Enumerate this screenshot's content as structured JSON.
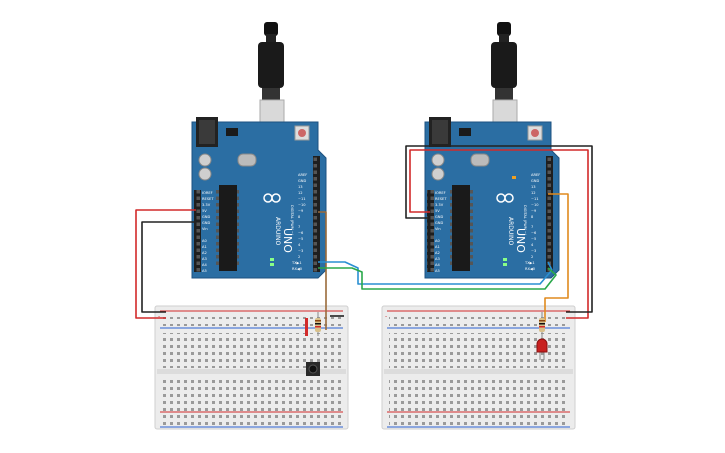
{
  "boards": [
    {
      "id": "left",
      "brand": "ARDUINO",
      "model": "UNO",
      "power_labels": [
        "IOREF",
        "RESET",
        "3.3V",
        "5V",
        "GND",
        "GND",
        "Vin"
      ],
      "analog_labels": [
        "A0",
        "A1",
        "A2",
        "A3",
        "A4",
        "A5"
      ],
      "digital_labels": [
        "AREF",
        "GND",
        "13",
        "12",
        "~11",
        "~10",
        "~9",
        "8",
        "7",
        "~6",
        "~5",
        "4",
        "~3",
        "2",
        "TX▶1",
        "RX◀0"
      ],
      "section_labels": [
        "POWER",
        "ANALOG IN",
        "DIGITAL (PWM ~)"
      ]
    },
    {
      "id": "right",
      "brand": "ARDUINO",
      "model": "UNO",
      "power_labels": [
        "IOREF",
        "RESET",
        "3.3V",
        "5V",
        "GND",
        "GND",
        "Vin"
      ],
      "analog_labels": [
        "A0",
        "A1",
        "A2",
        "A3",
        "A4",
        "A5"
      ],
      "digital_labels": [
        "AREF",
        "GND",
        "13",
        "12",
        "~11",
        "~10",
        "~9",
        "8",
        "7",
        "~6",
        "~5",
        "4",
        "~3",
        "2",
        "TX▶1",
        "RX◀0"
      ],
      "section_labels": [
        "POWER",
        "ANALOG IN",
        "DIGITAL (PWM ~)"
      ]
    }
  ],
  "breadboards": [
    {
      "id": "left",
      "rail_signs": [
        "-",
        "+",
        "-",
        "+"
      ]
    },
    {
      "id": "right",
      "rail_signs": [
        "-",
        "+",
        "-",
        "+"
      ]
    }
  ],
  "components": {
    "resistor_left": "resistor",
    "button": "pushbutton",
    "resistor_right": "resistor",
    "led": "red LED"
  },
  "colors": {
    "board": "#2b6ea3",
    "board_dark": "#1d5280",
    "wire_red": "#d22a2a",
    "wire_black": "#222222",
    "wire_orange": "#e08a1e",
    "wire_blue": "#2a8fd2",
    "wire_green": "#2aa84a",
    "wire_brown": "#9a6a3a",
    "breadboard": "#ededed",
    "led_red": "#c8201f"
  }
}
